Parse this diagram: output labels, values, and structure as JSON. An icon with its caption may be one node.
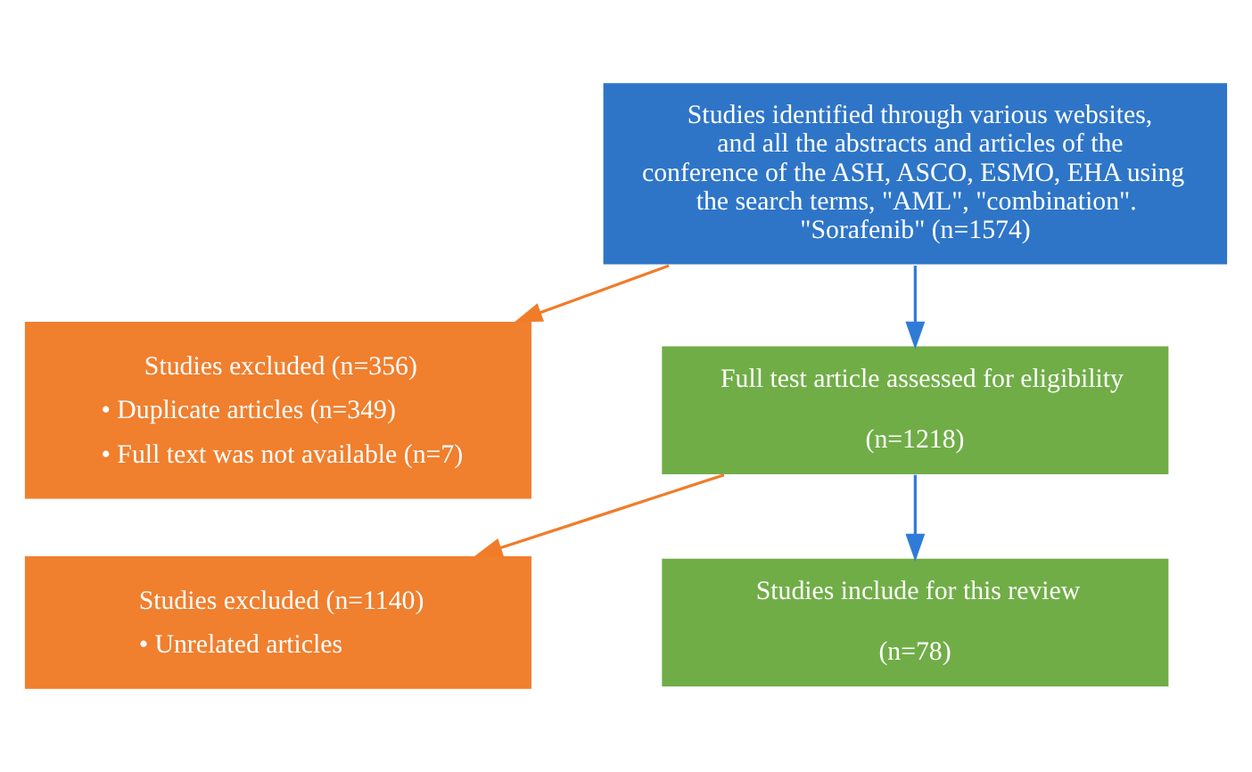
{
  "diagram": {
    "nodes": [
      {
        "text": [
          "Studies identified through various websites, and all the abstracts and articles of the conference of the ASH, ASCO, ESMO, EHA using the search terms, \"AML\", \"combination\". \"Sorafenib\" (n=1574)"
        ]
      },
      {
        "text": [
          "Studies excluded (n=356)",
          "• Duplicate articles (n=349)",
          "• Full text was not available (n=7)"
        ]
      },
      {
        "text": [
          "Full test article assessed for eligibility",
          "(n=1218)"
        ]
      },
      {
        "text": [
          "Studies excluded (n=1140)",
          "• Unrelated articles"
        ]
      },
      {
        "text": [
          "Studies include for this review",
          "(n=78)"
        ]
      }
    ],
    "edges": [
      {
        "from": 0,
        "to": 2,
        "arrow": "to",
        "color": "#2f7bd8"
      },
      {
        "from": 0,
        "to": 1,
        "arrow": "to",
        "color": "#f07c2a"
      },
      {
        "from": 2,
        "to": 4,
        "arrow": "to",
        "color": "#2f7bd8"
      },
      {
        "from": 2,
        "to": 3,
        "arrow": "to",
        "color": "#f07c2a"
      }
    ]
  }
}
